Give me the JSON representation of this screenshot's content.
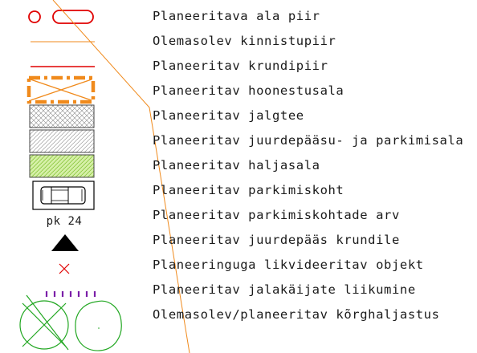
{
  "legend": {
    "items": [
      {
        "label": "Planeeritava ala piir"
      },
      {
        "label": "Olemasolev kinnistupiir"
      },
      {
        "label": "Planeeritav krundipiir"
      },
      {
        "label": "Planeeritav hoonestusala"
      },
      {
        "label": "Planeeritav jalgtee"
      },
      {
        "label": "Planeeritav juurdepääsu- ja parkimisala"
      },
      {
        "label": "Planeeritav haljasala"
      },
      {
        "label": "Planeeritav parkimiskoht"
      },
      {
        "label": "Planeeritav parkimiskohtade arv"
      },
      {
        "label": "Planeeritav juurdepääs krundile"
      },
      {
        "label": "Planeeringuga likvideeritav objekt"
      },
      {
        "label": "Planeeritav jalakäijate liikumine"
      },
      {
        "label": "Olemasolev/planeeritav kõrghaljastus"
      }
    ],
    "parking_count_label": "pk 24"
  },
  "colors": {
    "boundary_red": "#e00000",
    "orange": "#f08a1c",
    "hatch_gray": "#7a7a7a",
    "green_fill": "#d6f0a8",
    "green_line": "#22a722",
    "purple": "#7a1ea8",
    "black": "#000000"
  },
  "icons": [
    "plan-boundary-circle-icon",
    "plan-boundary-pill-icon",
    "property-boundary-line-icon",
    "plot-boundary-line-icon",
    "building-area-icon",
    "footpath-hatch-icon",
    "parking-area-hatch-icon",
    "green-area-hatch-icon",
    "car-icon",
    "access-triangle-icon",
    "remove-cross-icon",
    "pedestrian-ticks-icon",
    "removed-tree-icon",
    "tree-icon"
  ]
}
